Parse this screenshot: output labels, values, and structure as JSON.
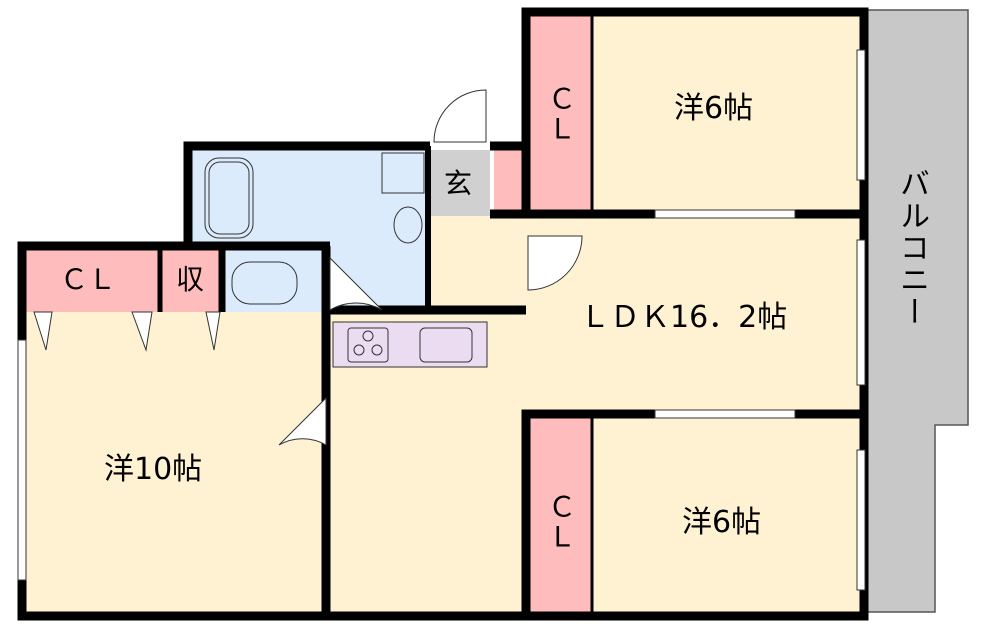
{
  "rooms": {
    "western_6_top": "洋6帖",
    "western_6_bottom": "洋6帖",
    "western_10": "洋10帖",
    "ldk": "ＬＤＫ16．2帖",
    "closet_top": "ＣＬ",
    "closet_bottom": "ＣＬ",
    "closet_left": "ＣＬ",
    "storage": "収",
    "entrance": "玄",
    "balcony": "バルコニー"
  },
  "colors": {
    "room": "#fff2d2",
    "closet": "#ffbcbc",
    "wet": "#dcebfb",
    "entrance": "#d0d0d0",
    "kitchen": "#ecdcf2",
    "balcony": "#c8c8c8",
    "wall": "#000000"
  }
}
